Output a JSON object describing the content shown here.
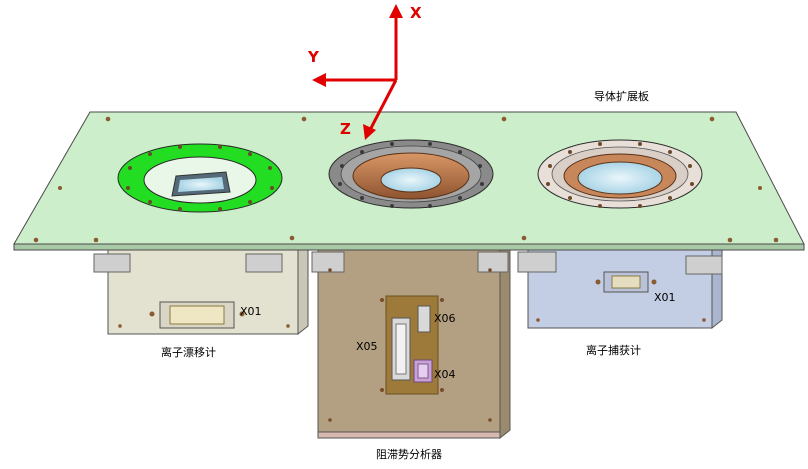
{
  "axes": {
    "x": "X",
    "y": "Y",
    "z": "Z"
  },
  "labels": {
    "plate": "导体扩展板",
    "drift_meter": "离子漂移计",
    "capture_meter": "离子捕获计",
    "retarding_analyzer": "阻滞势分析器"
  },
  "connectors": {
    "drift_x01": "X01",
    "capture_x01": "X01",
    "analyzer_x05": "X05",
    "analyzer_x06": "X06",
    "analyzer_x04": "X04"
  },
  "colors": {
    "plate": "#cdeecb",
    "axis": "#e00000",
    "ring_green": "#22dd22",
    "ring_gray": "#8a8a8a",
    "ring_copper": "#b46e3c",
    "box_left": "#e3e1d0",
    "box_center": "#b3a083",
    "box_right": "#c3cde4"
  }
}
